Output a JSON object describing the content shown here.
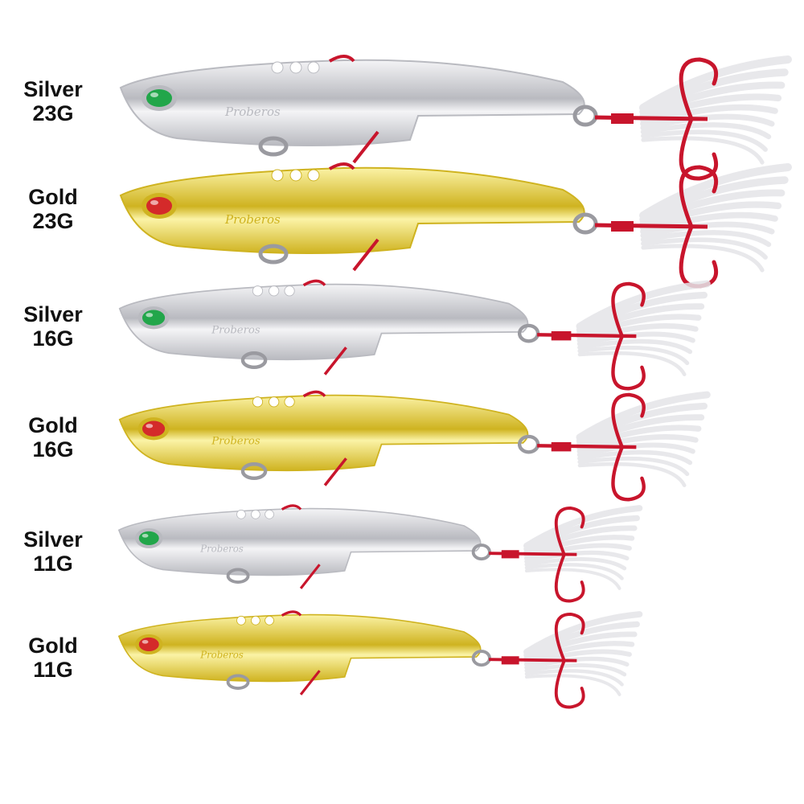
{
  "colors": {
    "silver_light": "#f4f4f6",
    "silver_dark": "#b9bac0",
    "gold_light": "#fbf3a6",
    "gold_dark": "#cfb320",
    "eye_green": "#22a64a",
    "eye_red": "#d42a2a",
    "hook_red": "#c8152c",
    "feather": "#e4e4e8"
  },
  "brand_text": "Proberos",
  "lures": [
    {
      "finish": "Silver",
      "weight": "23G",
      "type": "silver"
    },
    {
      "finish": "Gold",
      "weight": "23G",
      "type": "gold"
    },
    {
      "finish": "Silver",
      "weight": "16G",
      "type": "silver"
    },
    {
      "finish": "Gold",
      "weight": "16G",
      "type": "gold"
    },
    {
      "finish": "Silver",
      "weight": "11G",
      "type": "silver"
    },
    {
      "finish": "Gold",
      "weight": "11G",
      "type": "gold"
    }
  ]
}
